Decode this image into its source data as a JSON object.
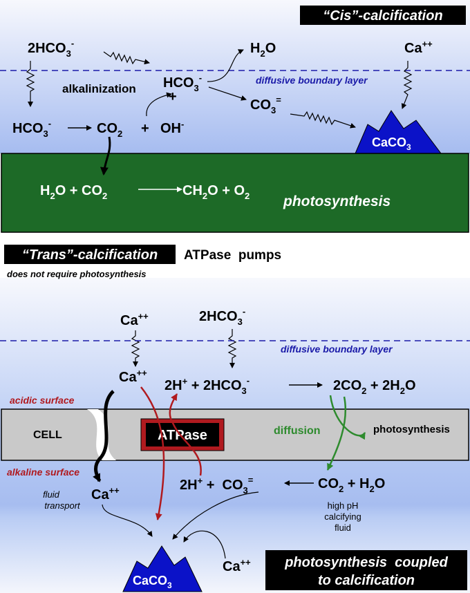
{
  "cis": {
    "title": "“Cis”-calcification",
    "reactants_left": "2HCO",
    "reactants_left_sub": "3",
    "reactants_left_sup": "-",
    "h2o_top": "H",
    "h2o_top_sub": "2",
    "h2o_top_end": "O",
    "ca_top": "Ca",
    "ca_top_sup": "++",
    "alkalinization": "alkalinization",
    "hco3_center": "HCO",
    "hco3_center_sub": "3",
    "hco3_center_sup": "-",
    "plus": "+",
    "boundary_label": "diffusive boundary layer",
    "co3": "CO",
    "co3_sub": "3",
    "co3_sup": "=",
    "hco3_left": "HCO",
    "hco3_left_sub": "3",
    "hco3_left_sup": "-",
    "co2": "CO",
    "co2_sub": "2",
    "plus_oh": "+",
    "oh": "OH",
    "oh_sup": "-",
    "caco3": "CaCO",
    "caco3_sub": "3",
    "ps_equation": {
      "h2o": "H",
      "h2o_sub": "2",
      "h2o_end": "O + CO",
      "co2_sub": "2",
      "prod": "CH",
      "prod_sub": "2",
      "prod_mid": "O + O",
      "o2_sub": "2"
    },
    "ps_label": "photosynthesis"
  },
  "trans": {
    "title": "“Trans”-calcification",
    "pumps_label": "ATPase  pumps",
    "subtitle": "does not require photosynthesis",
    "ca_top": "Ca",
    "ca_top_sup": "++",
    "hco3_top": "2HCO",
    "hco3_top_sub": "3",
    "hco3_top_sup": "-",
    "boundary_label": "diffusive boundary layer",
    "ca_mid": "Ca",
    "ca_mid_sup": "++",
    "eq1_a": "2H",
    "eq1_a_sup": "+",
    "eq1_b": " + 2HCO",
    "eq1_b_sub": "3",
    "eq1_b_sup": "-",
    "eq1_c": "2CO",
    "eq1_c_sub": "2",
    "eq1_d": " + 2H",
    "eq1_d_sub": "2",
    "eq1_e": "O",
    "acidic": "acidic surface",
    "cell": "CELL",
    "atpase": "ATPase",
    "diffusion": "diffusion",
    "photosynthesis": "photosynthesis",
    "alkaline": "alkaline surface",
    "eq2_a": "2H",
    "eq2_a_sup": "+",
    "eq2_b": " +  CO",
    "eq2_b_sub": "3",
    "eq2_b_sup": "=",
    "eq2_c": "CO",
    "eq2_c_sub": "2",
    "eq2_d": " + H",
    "eq2_d_sub": "2",
    "eq2_e": "O",
    "ca_low": "Ca",
    "ca_low_sup": "++",
    "fluid": "fluid",
    "transport": "transport",
    "high_ph": "high pH",
    "calcifying": "calcifying",
    "fluid2": "fluid",
    "ca_right": "Ca",
    "ca_right_sup": "++",
    "caco3": "CaCO",
    "caco3_sub": "3",
    "coupled_1": "photosynthesis  coupled",
    "coupled_2": "to calcification"
  },
  "colors": {
    "sky_top": "#f4f6fc",
    "sky_bottom": "#a9bff2",
    "green": "#1d6a27",
    "navy": "#0b12c8",
    "boundary": "#1a1aa8",
    "acid_red": "#b01a1f",
    "diff_green": "#2e8b2e",
    "cell_gray": "#c9c9c9"
  }
}
